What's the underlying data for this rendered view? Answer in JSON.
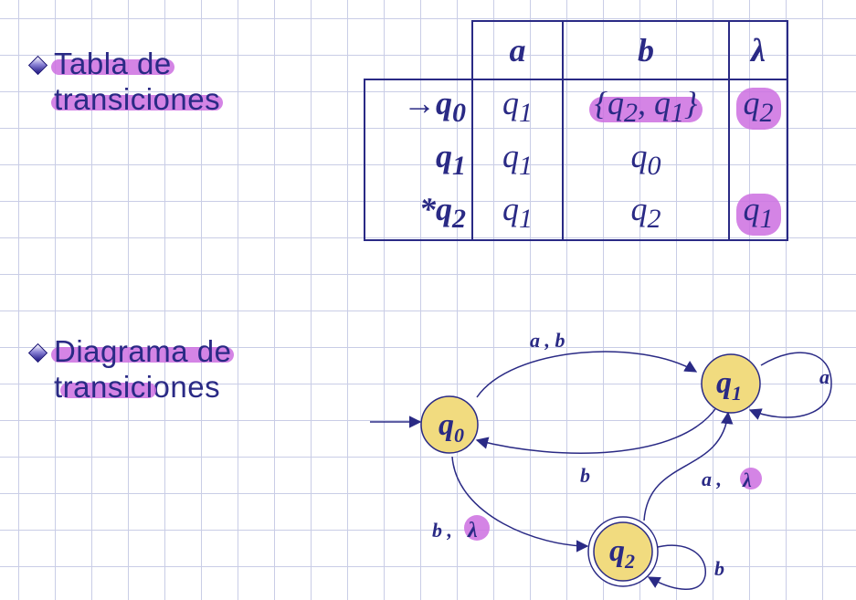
{
  "bullets": [
    {
      "line1": "Tabla de",
      "line2": "transiciones"
    },
    {
      "line1_a": "Diagrama ",
      "line1_b": "de",
      "line2_a": "t",
      "line2_b": "ransici",
      "line2_c": "ones"
    }
  ],
  "table": {
    "headers": [
      "",
      "a",
      "b",
      "λ"
    ],
    "rows": [
      {
        "state_prefix": "→",
        "state": "q",
        "state_sub": "0",
        "a": "q",
        "a_sub": "1",
        "b_text": "{q",
        "b_sub1": "2",
        "b_mid": ", q",
        "b_sub2": "1",
        "b_end": "}",
        "lambda": "q",
        "lambda_sub": "2"
      },
      {
        "state_prefix": "",
        "state": "q",
        "state_sub": "1",
        "a": "q",
        "a_sub": "1",
        "b": "q",
        "b_sub": "0",
        "lambda": ""
      },
      {
        "state_prefix": "*",
        "state": "q",
        "state_sub": "2",
        "a": "q",
        "a_sub": "1",
        "b": "q",
        "b_sub": "2",
        "lambda": "q",
        "lambda_sub": "1"
      }
    ]
  },
  "diagram": {
    "states": [
      {
        "id": "q0",
        "label": "q",
        "sub": "0",
        "initial": true,
        "final": false
      },
      {
        "id": "q1",
        "label": "q",
        "sub": "1",
        "initial": false,
        "final": false
      },
      {
        "id": "q2",
        "label": "q",
        "sub": "2",
        "initial": false,
        "final": true
      }
    ],
    "edge_labels": {
      "q0_q1": "a , b",
      "q1_self": "a",
      "q1_q0": "b",
      "q2_q1_a": "a ,",
      "q2_q1_lambda": "λ",
      "q0_q2_b": "b ,",
      "q0_q2_lambda": "λ",
      "q2_self": "b"
    }
  },
  "colors": {
    "ink": "#2a2a85",
    "highlight": "#cc6fe0",
    "state_fill": "#f1db7f",
    "grid": "#c9cde6"
  }
}
